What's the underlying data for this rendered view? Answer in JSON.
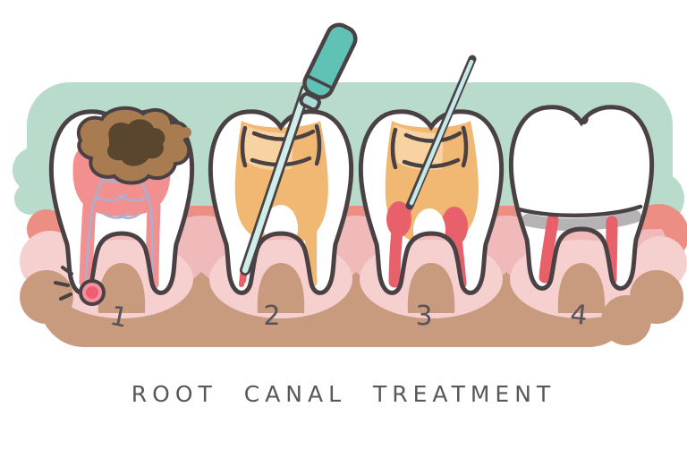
{
  "illustration": {
    "title": "ROOT CANAL TREATMENT",
    "stages": [
      "1",
      "2",
      "3",
      "4"
    ]
  },
  "palette": {
    "mint_band": "#b9dbcb",
    "coral_gum": "#ed8e85",
    "gum_pink": "#f0b9ba",
    "gum_light_pink": "#f6cfcf",
    "bone_tan": "#c99b7e",
    "tooth_outline": "#4a4145",
    "pulp_pink": "#f2908f",
    "nerve_blue": "#a9b0d4",
    "decay_brown": "#a87c50",
    "decay_dark_brown": "#5a452f",
    "dentin_orange": "#f0b873",
    "dentin_light_orange": "#f8d2a0",
    "tool_teal": "#5fc2b5",
    "tool_shaft_teal": "#cfeeea",
    "canal_red": "#e8606a",
    "abscess_red": "#ee5f70",
    "crown_margin_gray": "#b5b3b3",
    "label_gray": "#56535a"
  }
}
